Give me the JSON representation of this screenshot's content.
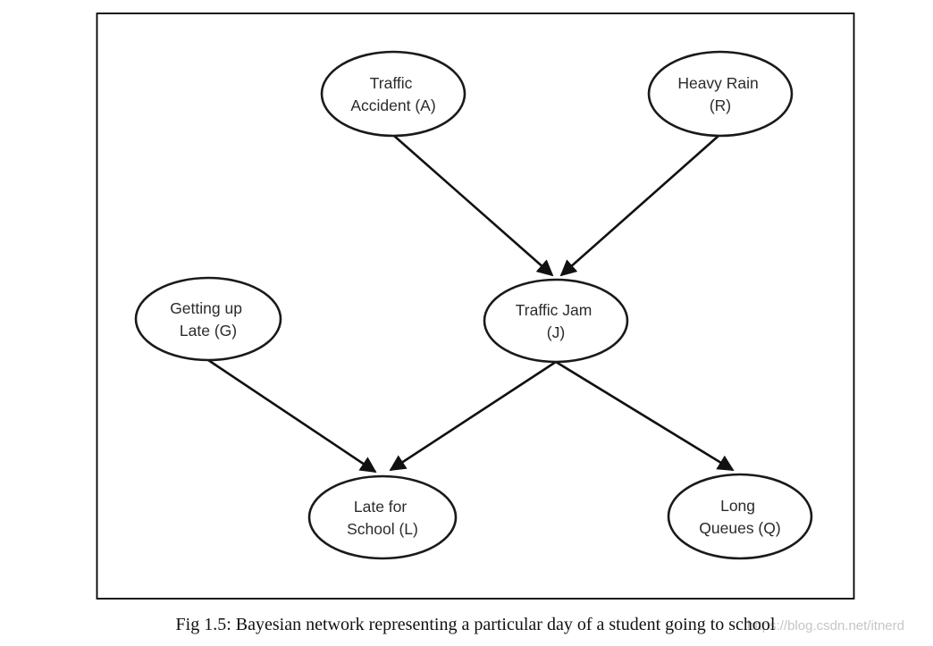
{
  "diagram": {
    "type": "bayesian-network",
    "nodes": [
      {
        "id": "A",
        "label": "Traffic Accident (A)",
        "line1": "Traffic",
        "line2": "Accident (A)"
      },
      {
        "id": "R",
        "label": "Heavy Rain (R)",
        "line1": "Heavy Rain",
        "line2": "(R)"
      },
      {
        "id": "G",
        "label": "Getting up Late (G)",
        "line1": "Getting up",
        "line2": "Late (G)"
      },
      {
        "id": "J",
        "label": "Traffic Jam (J)",
        "line1": "Traffic Jam",
        "line2": "(J)"
      },
      {
        "id": "L",
        "label": "Late for School (L)",
        "line1": "Late for",
        "line2": "School (L)"
      },
      {
        "id": "Q",
        "label": "Long Queues (Q)",
        "line1": "Long",
        "line2": "Queues (Q)"
      }
    ],
    "edges": [
      {
        "from": "A",
        "to": "J"
      },
      {
        "from": "R",
        "to": "J"
      },
      {
        "from": "G",
        "to": "L"
      },
      {
        "from": "J",
        "to": "L"
      },
      {
        "from": "J",
        "to": "Q"
      }
    ],
    "colors": {
      "node_fill": "#ffffff",
      "node_stroke": "#1a1a1a",
      "edge": "#111111",
      "text": "#2b2b2b",
      "frame": "#000000"
    }
  },
  "caption": {
    "text": "Fig 1.5: Bayesian network representing a particular day of a student going to school"
  },
  "watermark": {
    "text": "https://blog.csdn.net/itnerd",
    "color": "#c6c6c6"
  }
}
